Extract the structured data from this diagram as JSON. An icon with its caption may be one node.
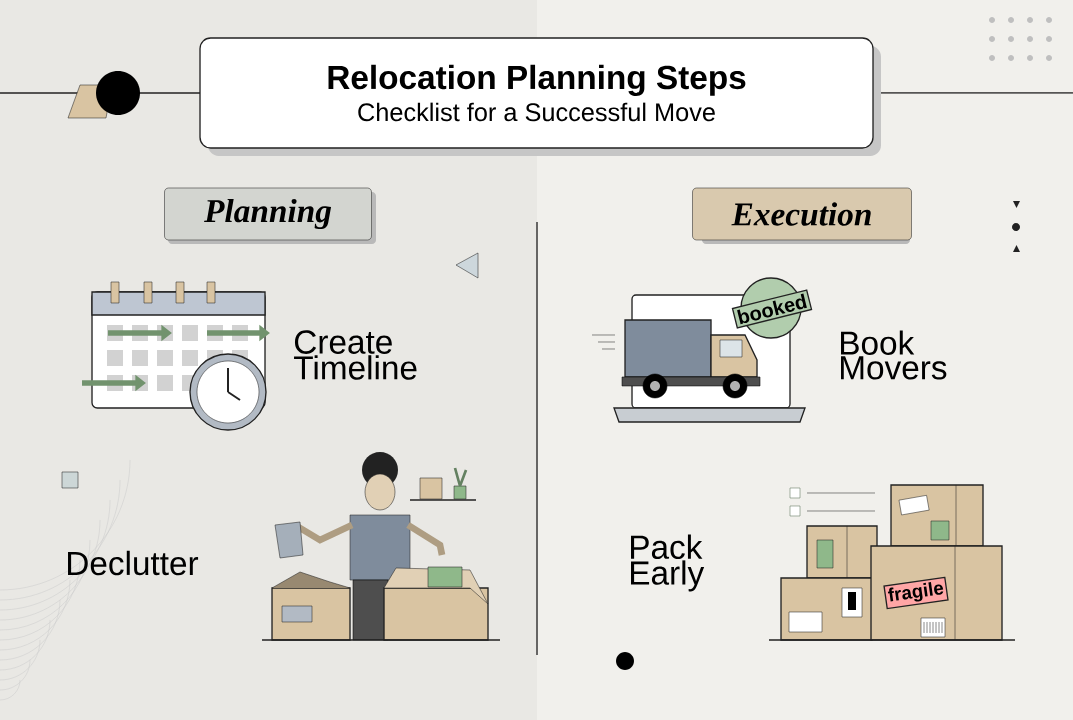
{
  "diagram": {
    "nodes": [
      {
        "text": [
          "Relocation Planning Steps",
          "Checklist for a Successful Move"
        ]
      },
      {
        "text": [
          "Planning"
        ]
      },
      {
        "text": [
          "Execution"
        ]
      }
    ],
    "labels": [
      "Create Timeline",
      "booked",
      "Book Movers",
      "Declutter",
      "Pack Early",
      "fragile"
    ]
  }
}
